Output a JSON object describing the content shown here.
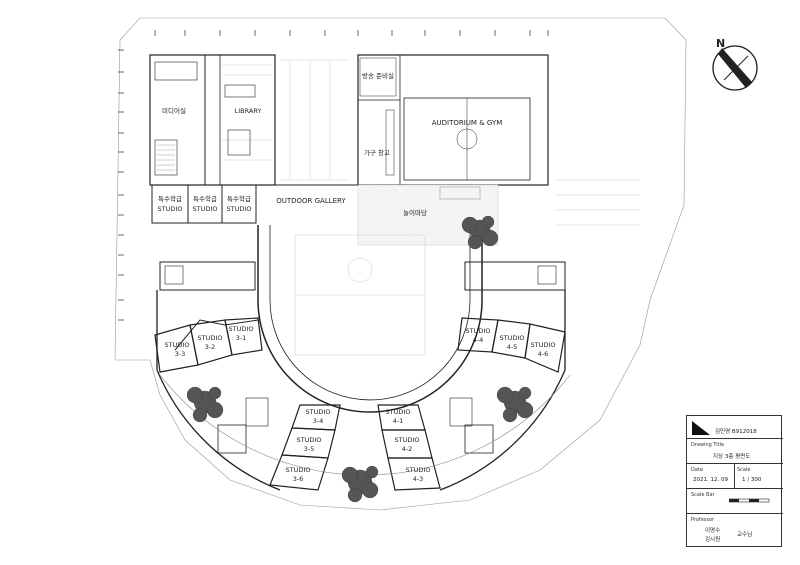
{
  "rooms": {
    "media_room": "미디어실",
    "library": "LIBRARY",
    "broadcast_prep": "방송 준비실",
    "auditorium_gym": "AUDITORIUM & GYM",
    "furniture_storage": "가구 창고",
    "special_studio": "특수학급",
    "studio": "STUDIO",
    "outdoor_gallery": "OUTDOOR GALLERY",
    "playground": "놀이마당",
    "studio_3_1": "3-1",
    "studio_3_2": "3-2",
    "studio_3_3": "3-3",
    "studio_3_4": "3-4",
    "studio_3_5": "3-5",
    "studio_3_6": "3-6",
    "studio_4_1": "4-1",
    "studio_4_2": "4-2",
    "studio_4_3": "4-3",
    "studio_4_4": "4-4",
    "studio_4_5": "4-5",
    "studio_4_6": "4-6"
  },
  "title_block": {
    "author": "김민영 B912018",
    "drawing_title_caption": "Drawing Title",
    "drawing_title": "지상 3층 평면도",
    "date_caption": "Date",
    "date": "2021. 12. 09",
    "scale_caption": "Scale",
    "scale": "1 / 300",
    "scale_bar_caption": "Scale Bar",
    "professor_caption": "Professor",
    "professor_1": "이명수",
    "professor_2": "김시원",
    "professor_title": "교수님"
  },
  "compass": {
    "letter": "N"
  },
  "colors": {
    "line": "#222222",
    "light_line": "#bbbbbb",
    "tree": "#555555"
  }
}
